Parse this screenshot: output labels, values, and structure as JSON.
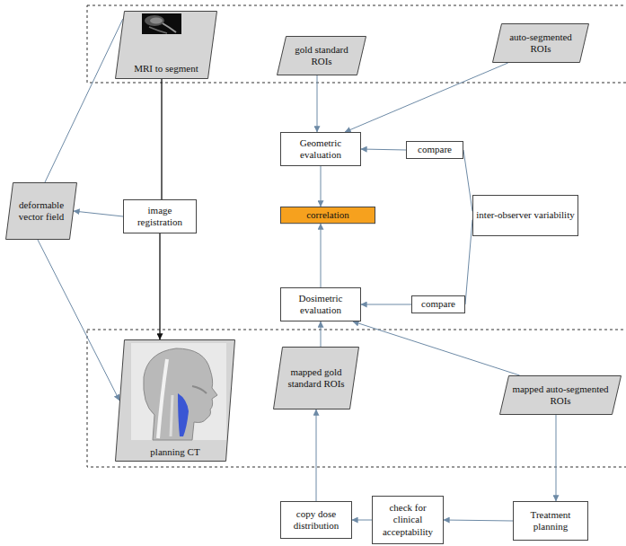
{
  "diagram": {
    "nodes": [
      {
        "text": [
          "MRI to segment"
        ]
      },
      {
        "text": [
          "gold standard ROIs"
        ]
      },
      {
        "text": [
          "auto-segmented ROIs"
        ]
      },
      {
        "text": [
          "Geometric evaluation"
        ]
      },
      {
        "text": [
          "compare"
        ]
      },
      {
        "text": [
          "deformable vector field"
        ]
      },
      {
        "text": [
          "image registration"
        ]
      },
      {
        "text": [
          "correlation"
        ]
      },
      {
        "text": [
          "inter-observer variability"
        ]
      },
      {
        "text": [
          "Dosimetric evaluation"
        ]
      },
      {
        "text": [
          "compare"
        ]
      },
      {
        "text": [
          "planning CT"
        ]
      },
      {
        "text": [
          "mapped gold standard ROIs"
        ]
      },
      {
        "text": [
          "mapped auto-segmented ROIs"
        ]
      },
      {
        "text": [
          "copy dose distribution"
        ]
      },
      {
        "text": [
          "check for clinical acceptability"
        ]
      },
      {
        "text": [
          "Treatment planning"
        ]
      }
    ],
    "edges": [
      {
        "from": 1,
        "to": 3,
        "arrow": "to"
      },
      {
        "from": 2,
        "to": 3,
        "arrow": "to"
      },
      {
        "from": 4,
        "to": 3,
        "arrow": "to"
      },
      {
        "from": 4,
        "to": 8,
        "arrow": "none"
      },
      {
        "from": 3,
        "to": 7,
        "arrow": "to"
      },
      {
        "from": 9,
        "to": 7,
        "arrow": "to"
      },
      {
        "from": 10,
        "to": 9,
        "arrow": "to"
      },
      {
        "from": 10,
        "to": 8,
        "arrow": "none"
      },
      {
        "from": 12,
        "to": 9,
        "arrow": "to"
      },
      {
        "from": 13,
        "to": 9,
        "arrow": "to"
      },
      {
        "from": 13,
        "to": 16,
        "arrow": "to"
      },
      {
        "from": 16,
        "to": 15,
        "arrow": "to"
      },
      {
        "from": 15,
        "to": 14,
        "arrow": "to"
      },
      {
        "from": 14,
        "to": 12,
        "arrow": "to"
      },
      {
        "from": 0,
        "to": 6,
        "arrow": "none"
      },
      {
        "from": 6,
        "to": 11,
        "arrow": "to"
      },
      {
        "from": 6,
        "to": 5,
        "arrow": "to"
      },
      {
        "from": 0,
        "to": 5,
        "arrow": "none"
      },
      {
        "from": 5,
        "to": 11,
        "arrow": "to"
      }
    ]
  }
}
